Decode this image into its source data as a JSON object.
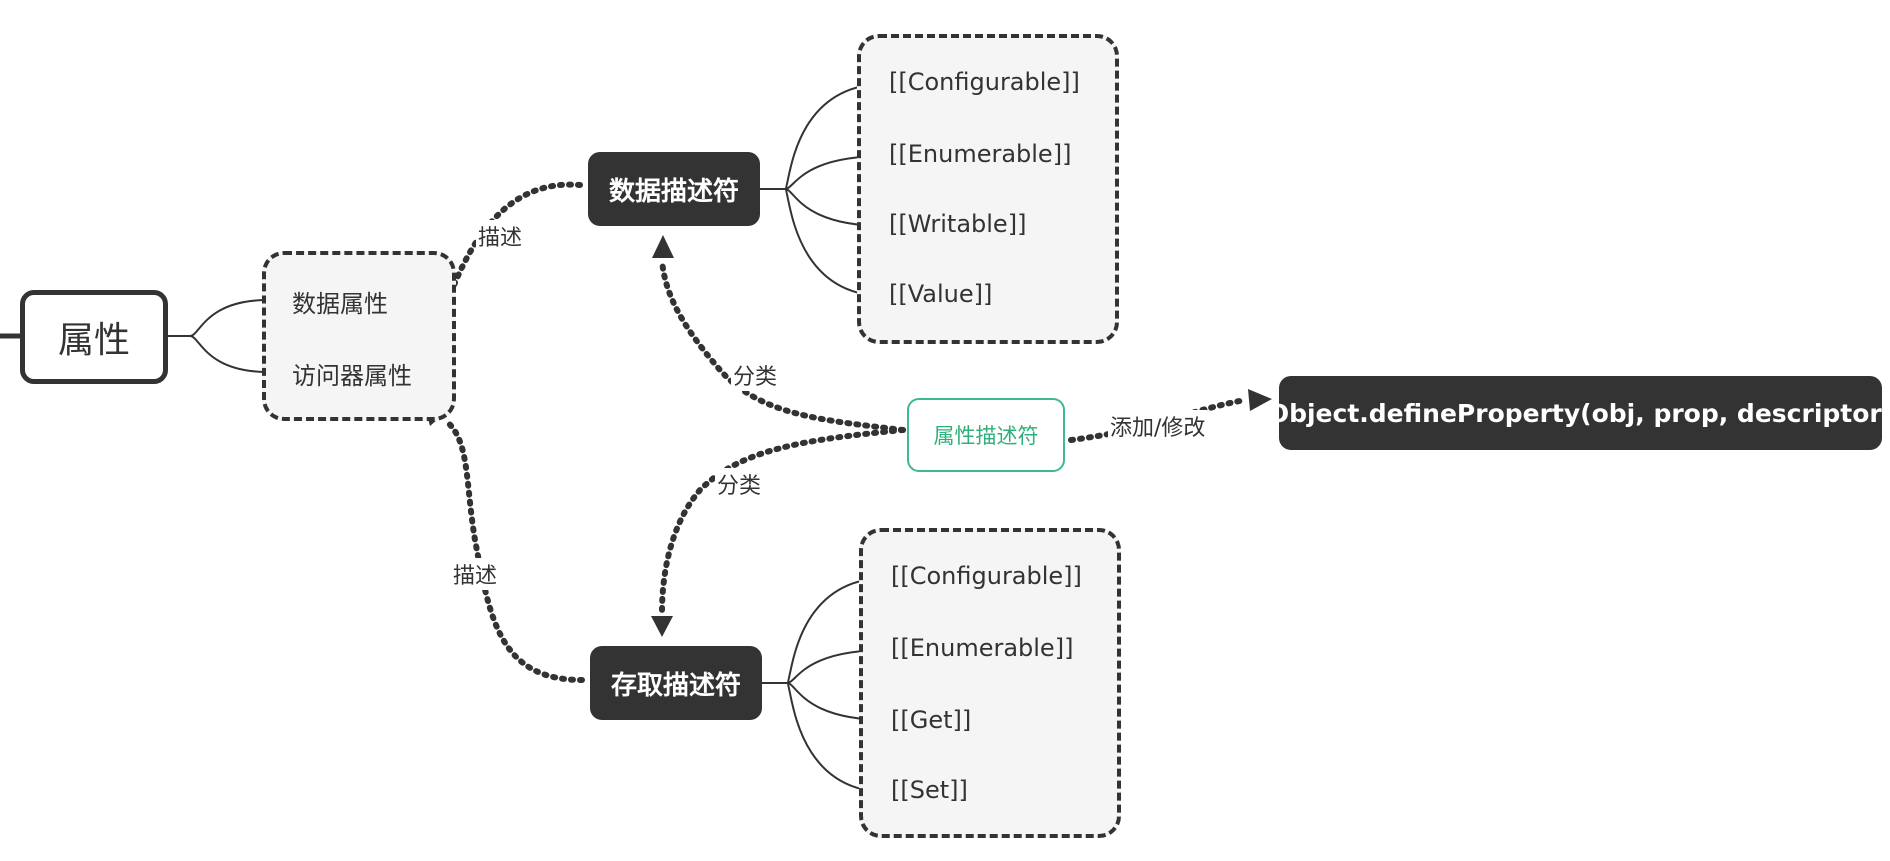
{
  "root": {
    "label": "属性"
  },
  "attribute_types": [
    {
      "label": "数据属性"
    },
    {
      "label": "访问器属性"
    }
  ],
  "data_descriptor": {
    "label": "数据描述符",
    "children": [
      "[[Configurable]]",
      "[[Enumerable]]",
      "[[Writable]]",
      "[[Value]]"
    ]
  },
  "accessor_descriptor": {
    "label": "存取描述符",
    "children": [
      "[[Configurable]]",
      "[[Enumerable]]",
      "[[Get]]",
      "[[Set]]"
    ]
  },
  "property_descriptor": {
    "label": "属性描述符"
  },
  "define_property": {
    "label": "Object.defineProperty(obj, prop, descriptor)"
  },
  "edge_labels": {
    "describe_data": "描述",
    "describe_accessor": "描述",
    "classify_data": "分类",
    "classify_accessor": "分类",
    "add_modify": "添加/修改"
  },
  "colors": {
    "dark_node": "#333333",
    "accent_green": "#3fba8a",
    "group_fill": "#f5f5f5"
  }
}
